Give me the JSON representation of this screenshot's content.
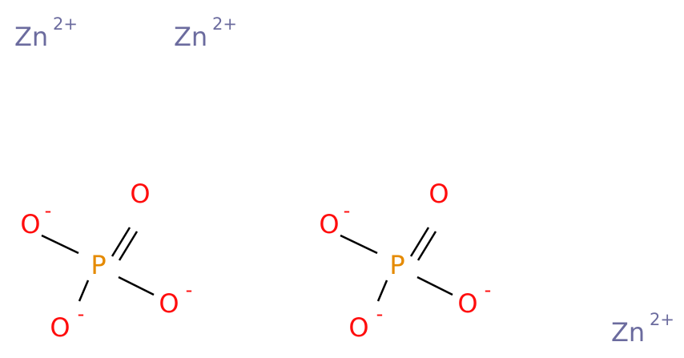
{
  "colors": {
    "zinc": "#6b6b9e",
    "oxygen": "#ff0d0d",
    "phosphorus": "#e58a00",
    "bond": "#000000",
    "background": "#ffffff"
  },
  "ions": [
    {
      "symbol": "Zn",
      "charge": "2+"
    },
    {
      "symbol": "Zn",
      "charge": "2+"
    },
    {
      "symbol": "Zn",
      "charge": "2+"
    }
  ],
  "phosphates": [
    {
      "center": {
        "symbol": "P"
      },
      "double_o": {
        "symbol": "O"
      },
      "oxygens": [
        {
          "symbol": "O",
          "charge": "-"
        },
        {
          "symbol": "O",
          "charge": "-"
        },
        {
          "symbol": "O",
          "charge": "-"
        }
      ]
    },
    {
      "center": {
        "symbol": "P"
      },
      "double_o": {
        "symbol": "O"
      },
      "oxygens": [
        {
          "symbol": "O",
          "charge": "-"
        },
        {
          "symbol": "O",
          "charge": "-"
        },
        {
          "symbol": "O",
          "charge": "-"
        }
      ]
    }
  ]
}
